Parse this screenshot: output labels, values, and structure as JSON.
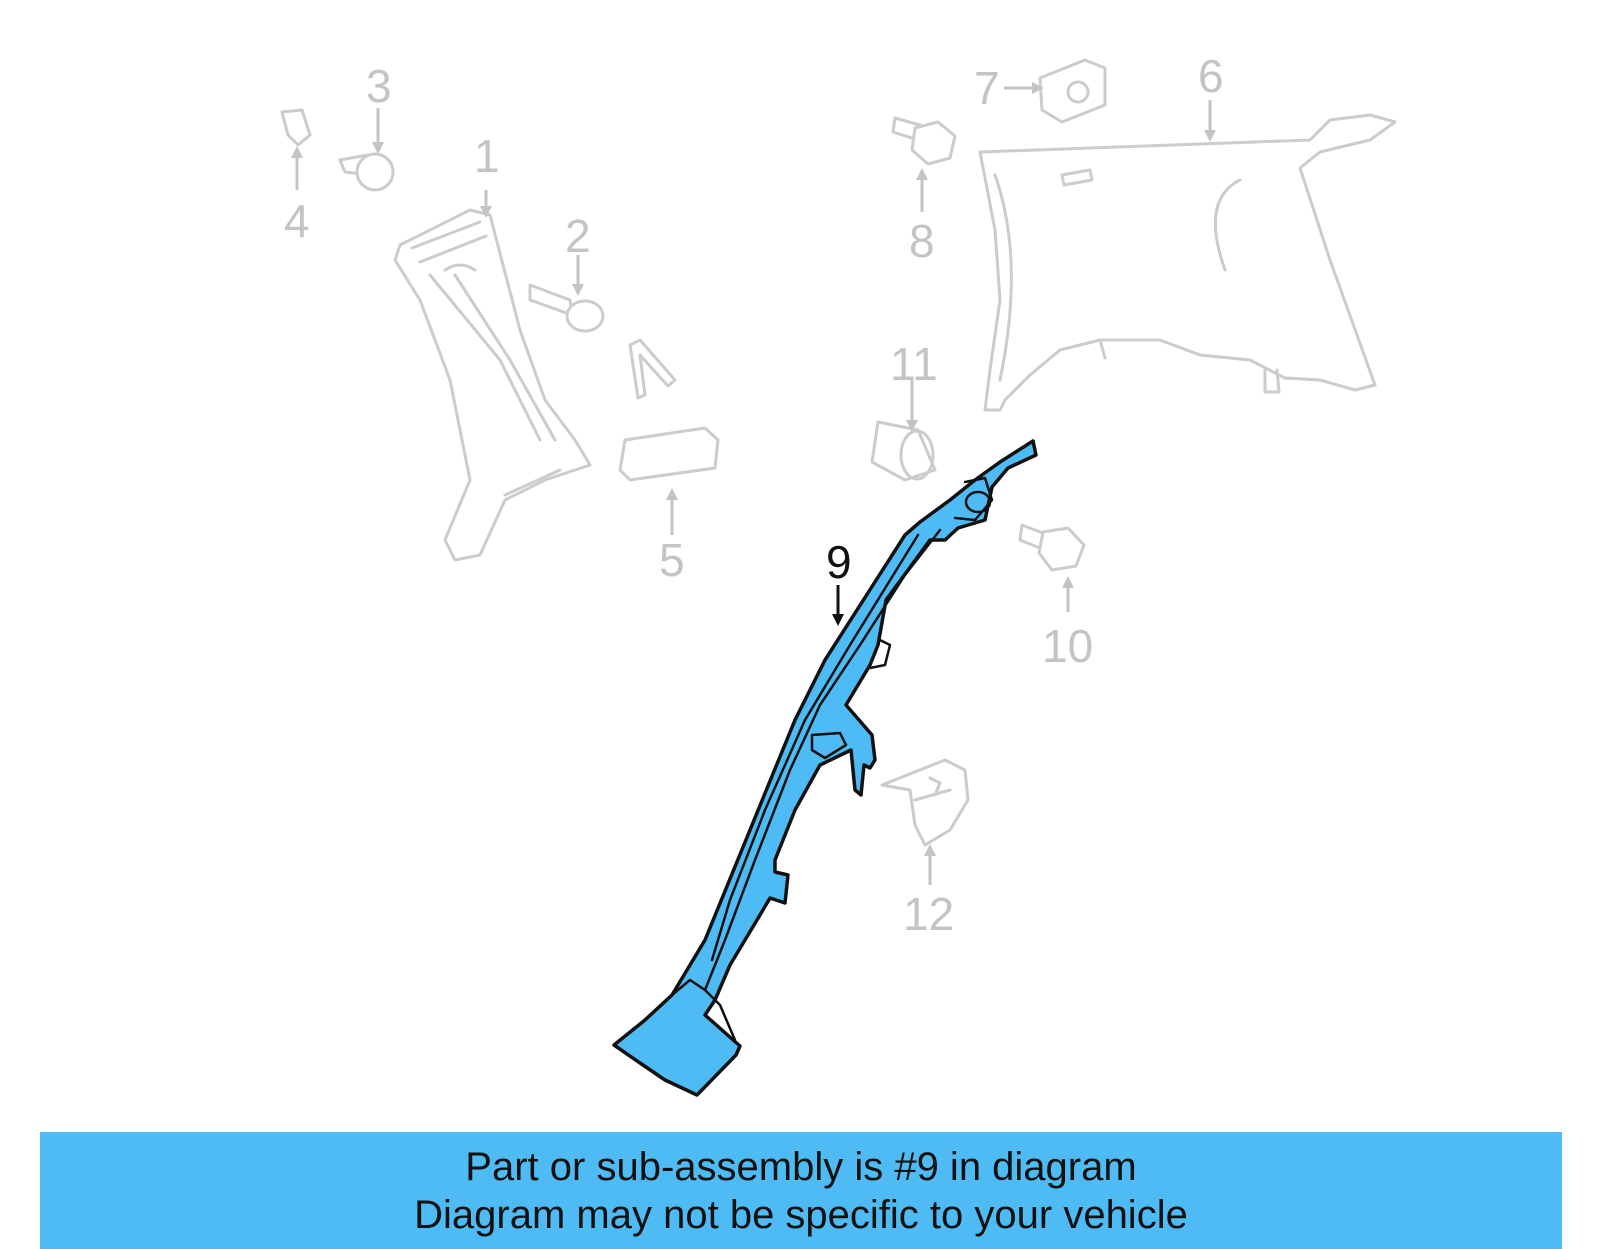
{
  "colors": {
    "highlight": "#4FBBF4",
    "banner": "#4FBBF4",
    "ghost_line": "#CCCCCC",
    "label_grey": "#C4C4C4",
    "label_dark": "#111111"
  },
  "diagram": {
    "callouts": [
      {
        "id": "1",
        "label": "1",
        "highlighted": false
      },
      {
        "id": "2",
        "label": "2",
        "highlighted": false
      },
      {
        "id": "3",
        "label": "3",
        "highlighted": false
      },
      {
        "id": "4",
        "label": "4",
        "highlighted": false
      },
      {
        "id": "5",
        "label": "5",
        "highlighted": false
      },
      {
        "id": "6",
        "label": "6",
        "highlighted": false
      },
      {
        "id": "7",
        "label": "7",
        "highlighted": false
      },
      {
        "id": "8",
        "label": "8",
        "highlighted": false
      },
      {
        "id": "9",
        "label": "9",
        "highlighted": true
      },
      {
        "id": "10",
        "label": "10",
        "highlighted": false
      },
      {
        "id": "11",
        "label": "11",
        "highlighted": false
      },
      {
        "id": "12",
        "label": "12",
        "highlighted": false
      }
    ]
  },
  "banner": {
    "line1": "Part or sub-assembly is #9 in diagram",
    "line2": "Diagram may not be specific to your vehicle"
  }
}
